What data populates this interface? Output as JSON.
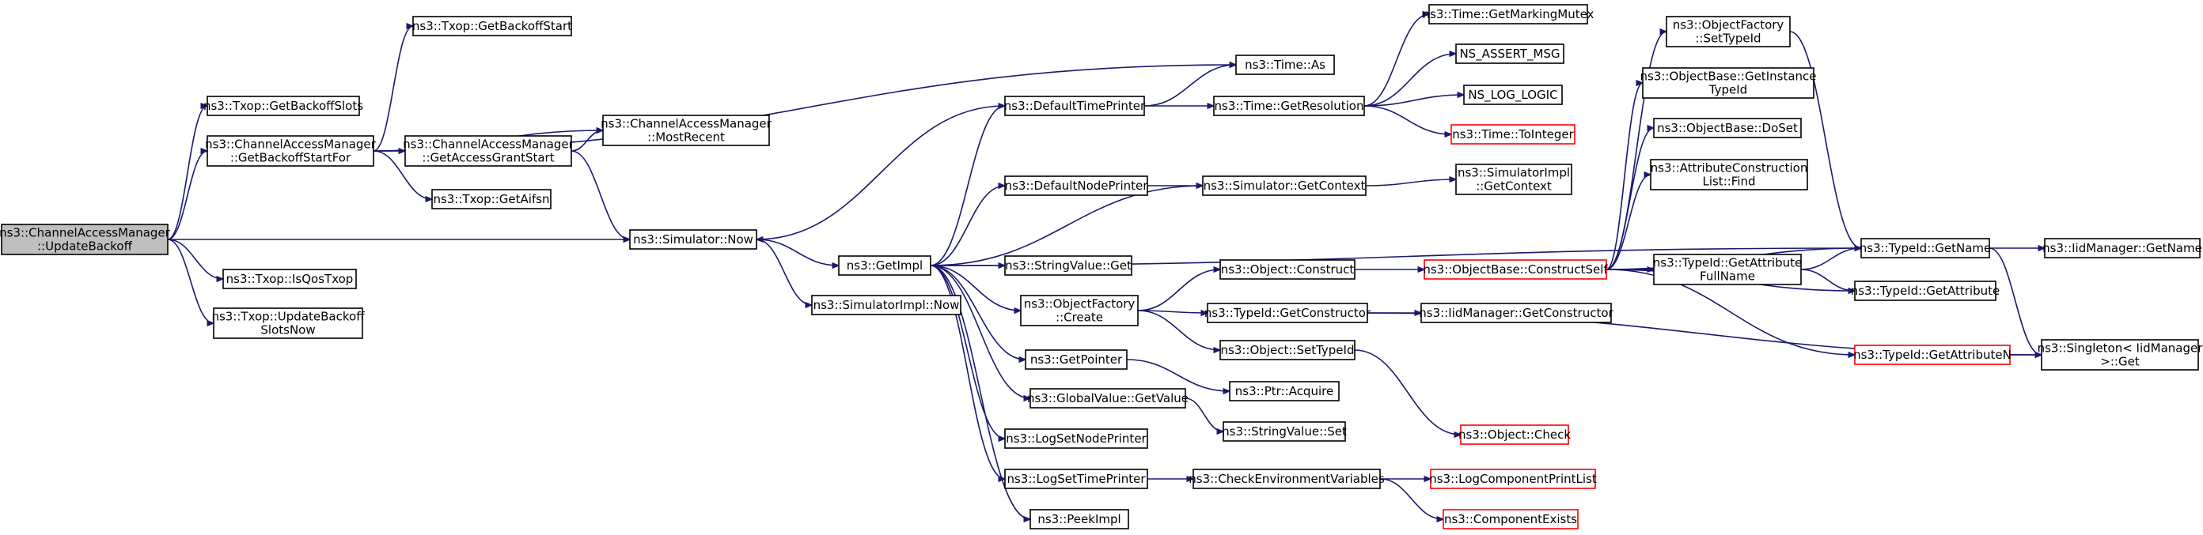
{
  "nodes": [
    {
      "id": "root",
      "lines": [
        "ns3::ChannelAccessManager",
        "::UpdateBackoff"
      ],
      "style": "root"
    },
    {
      "id": "txop_getbackoffslots",
      "lines": [
        "ns3::Txop::GetBackoffSlots"
      ],
      "style": "normal"
    },
    {
      "id": "cam_getbackoffstartfor",
      "lines": [
        "ns3::ChannelAccessManager",
        "::GetBackoffStartFor"
      ],
      "style": "normal"
    },
    {
      "id": "txop_getbackoffstart",
      "lines": [
        "ns3::Txop::GetBackoffStart"
      ],
      "style": "normal"
    },
    {
      "id": "cam_getaccessgrantstart",
      "lines": [
        "ns3::ChannelAccessManager",
        "::GetAccessGrantStart"
      ],
      "style": "normal"
    },
    {
      "id": "cam_mostrecent",
      "lines": [
        "ns3::ChannelAccessManager",
        "::MostRecent"
      ],
      "style": "normal"
    },
    {
      "id": "txop_getaifsn",
      "lines": [
        "ns3::Txop::GetAifsn"
      ],
      "style": "normal"
    },
    {
      "id": "simulator_now",
      "lines": [
        "ns3::Simulator::Now"
      ],
      "style": "normal"
    },
    {
      "id": "txop_isqostxop",
      "lines": [
        "ns3::Txop::IsQosTxop"
      ],
      "style": "normal"
    },
    {
      "id": "txop_updatebackoffslotsnow",
      "lines": [
        "ns3::Txop::UpdateBackoff",
        "SlotsNow"
      ],
      "style": "normal"
    },
    {
      "id": "time_as",
      "lines": [
        "ns3::Time::As"
      ],
      "style": "normal"
    },
    {
      "id": "defaulttimeprinter",
      "lines": [
        "ns3::DefaultTimePrinter"
      ],
      "style": "normal"
    },
    {
      "id": "defaultnodeprinter",
      "lines": [
        "ns3::DefaultNodePrinter"
      ],
      "style": "normal"
    },
    {
      "id": "getimpl",
      "lines": [
        "ns3::GetImpl"
      ],
      "style": "normal"
    },
    {
      "id": "simulatorimpl_now",
      "lines": [
        "ns3::SimulatorImpl::Now"
      ],
      "style": "normal"
    },
    {
      "id": "stringvalue_get",
      "lines": [
        "ns3::StringValue::Get"
      ],
      "style": "normal"
    },
    {
      "id": "objectfactory_create",
      "lines": [
        "ns3::ObjectFactory",
        "::Create"
      ],
      "style": "normal"
    },
    {
      "id": "getpointer",
      "lines": [
        "ns3::GetPointer"
      ],
      "style": "normal"
    },
    {
      "id": "globalvalue_getvalue",
      "lines": [
        "ns3::GlobalValue::GetValue"
      ],
      "style": "normal"
    },
    {
      "id": "logsetnodeprinter",
      "lines": [
        "ns3::LogSetNodePrinter"
      ],
      "style": "normal"
    },
    {
      "id": "logsettimeprinter",
      "lines": [
        "ns3::LogSetTimePrinter"
      ],
      "style": "normal"
    },
    {
      "id": "peekimpl",
      "lines": [
        "ns3::PeekImpl"
      ],
      "style": "normal"
    },
    {
      "id": "time_getmarkingmutex",
      "lines": [
        "ns3::Time::GetMarkingMutex"
      ],
      "style": "normal"
    },
    {
      "id": "ns_assert_msg",
      "lines": [
        "NS_ASSERT_MSG"
      ],
      "style": "normal"
    },
    {
      "id": "time_getresolution",
      "lines": [
        "ns3::Time::GetResolution"
      ],
      "style": "normal"
    },
    {
      "id": "ns_log_logic",
      "lines": [
        "NS_LOG_LOGIC"
      ],
      "style": "normal"
    },
    {
      "id": "time_tointeger",
      "lines": [
        "ns3::Time::ToInteger"
      ],
      "style": "red"
    },
    {
      "id": "simulator_getcontext",
      "lines": [
        "ns3::Simulator::GetContext"
      ],
      "style": "normal"
    },
    {
      "id": "simulatorimpl_getcontext",
      "lines": [
        "ns3::SimulatorImpl",
        "::GetContext"
      ],
      "style": "normal"
    },
    {
      "id": "object_construct",
      "lines": [
        "ns3::Object::Construct"
      ],
      "style": "normal"
    },
    {
      "id": "typeid_getconstructor",
      "lines": [
        "ns3::TypeId::GetConstructor"
      ],
      "style": "normal"
    },
    {
      "id": "object_settypeid",
      "lines": [
        "ns3::Object::SetTypeId"
      ],
      "style": "normal"
    },
    {
      "id": "ptr_acquire",
      "lines": [
        "ns3::Ptr::Acquire"
      ],
      "style": "normal"
    },
    {
      "id": "stringvalue_set",
      "lines": [
        "ns3::StringValue::Set"
      ],
      "style": "normal"
    },
    {
      "id": "checkenvironmentvariables",
      "lines": [
        "ns3::CheckEnvironmentVariables"
      ],
      "style": "normal"
    },
    {
      "id": "objectbase_constructself",
      "lines": [
        "ns3::ObjectBase::ConstructSelf"
      ],
      "style": "red"
    },
    {
      "id": "iidmanager_getconstructor",
      "lines": [
        "ns3::IidManager::GetConstructor"
      ],
      "style": "normal"
    },
    {
      "id": "object_check",
      "lines": [
        "ns3::Object::Check"
      ],
      "style": "red"
    },
    {
      "id": "logcomponentprintlist",
      "lines": [
        "ns3::LogComponentPrintList"
      ],
      "style": "red"
    },
    {
      "id": "componentexists",
      "lines": [
        "ns3::ComponentExists"
      ],
      "style": "red"
    },
    {
      "id": "objectfactory_settypeid",
      "lines": [
        "ns3::ObjectFactory",
        "::SetTypeId"
      ],
      "style": "normal"
    },
    {
      "id": "objectbase_getinstancetypeid",
      "lines": [
        "ns3::ObjectBase::GetInstance",
        "TypeId"
      ],
      "style": "normal"
    },
    {
      "id": "objectbase_doset",
      "lines": [
        "ns3::ObjectBase::DoSet"
      ],
      "style": "normal"
    },
    {
      "id": "attributeconstructionlist_find",
      "lines": [
        "ns3::AttributeConstruction",
        "List::Find"
      ],
      "style": "normal"
    },
    {
      "id": "typeid_getattributefullname",
      "lines": [
        "ns3::TypeId::GetAttribute",
        "FullName"
      ],
      "style": "normal"
    },
    {
      "id": "typeid_getname",
      "lines": [
        "ns3::TypeId::GetName"
      ],
      "style": "normal"
    },
    {
      "id": "typeid_getattribute",
      "lines": [
        "ns3::TypeId::GetAttribute"
      ],
      "style": "normal"
    },
    {
      "id": "typeid_getattributen",
      "lines": [
        "ns3::TypeId::GetAttributeN"
      ],
      "style": "red"
    },
    {
      "id": "iidmanager_getname",
      "lines": [
        "ns3::IidManager::GetName"
      ],
      "style": "normal"
    },
    {
      "id": "singleton_get",
      "lines": [
        "ns3::Singleton< IidManager",
        " >::Get"
      ],
      "style": "normal"
    }
  ],
  "edges": [
    [
      "root",
      "txop_getbackoffslots"
    ],
    [
      "root",
      "cam_getbackoffstartfor"
    ],
    [
      "root",
      "simulator_now"
    ],
    [
      "root",
      "txop_isqostxop"
    ],
    [
      "root",
      "txop_updatebackoffslotsnow"
    ],
    [
      "cam_getbackoffstartfor",
      "txop_getbackoffstart"
    ],
    [
      "cam_getbackoffstartfor",
      "time_as"
    ],
    [
      "cam_getbackoffstartfor",
      "cam_mostrecent"
    ],
    [
      "cam_getbackoffstartfor",
      "cam_getaccessgrantstart"
    ],
    [
      "cam_getbackoffstartfor",
      "txop_getaifsn"
    ],
    [
      "cam_getaccessgrantstart",
      "cam_mostrecent"
    ],
    [
      "cam_getaccessgrantstart",
      "simulator_now"
    ],
    [
      "simulator_now",
      "getimpl"
    ],
    [
      "simulator_now",
      "simulatorimpl_now"
    ],
    [
      "defaulttimeprinter",
      "time_as"
    ],
    [
      "defaulttimeprinter",
      "time_getresolution"
    ],
    [
      "defaulttimeprinter",
      "simulator_now"
    ],
    [
      "time_getresolution",
      "time_getmarkingmutex"
    ],
    [
      "time_getresolution",
      "ns_assert_msg"
    ],
    [
      "time_getresolution",
      "ns_log_logic"
    ],
    [
      "time_getresolution",
      "time_tointeger"
    ],
    [
      "getimpl",
      "defaulttimeprinter"
    ],
    [
      "getimpl",
      "simulator_getcontext"
    ],
    [
      "getimpl",
      "defaultnodeprinter"
    ],
    [
      "getimpl",
      "typeid_getname"
    ],
    [
      "getimpl",
      "stringvalue_get"
    ],
    [
      "getimpl",
      "objectfactory_create"
    ],
    [
      "getimpl",
      "getpointer"
    ],
    [
      "getimpl",
      "globalvalue_getvalue"
    ],
    [
      "getimpl",
      "logsetnodeprinter"
    ],
    [
      "getimpl",
      "logsettimeprinter"
    ],
    [
      "getimpl",
      "peekimpl"
    ],
    [
      "defaultnodeprinter",
      "simulator_getcontext"
    ],
    [
      "simulator_getcontext",
      "simulatorimpl_getcontext"
    ],
    [
      "objectfactory_create",
      "object_construct"
    ],
    [
      "objectfactory_create",
      "typeid_getconstructor"
    ],
    [
      "objectfactory_create",
      "object_settypeid"
    ],
    [
      "object_construct",
      "objectbase_constructself"
    ],
    [
      "typeid_getconstructor",
      "iidmanager_getconstructor"
    ],
    [
      "typeid_getconstructor",
      "singleton_get"
    ],
    [
      "object_settypeid",
      "object_check"
    ],
    [
      "getpointer",
      "ptr_acquire"
    ],
    [
      "globalvalue_getvalue",
      "stringvalue_set"
    ],
    [
      "logsettimeprinter",
      "checkenvironmentvariables"
    ],
    [
      "checkenvironmentvariables",
      "logcomponentprintlist"
    ],
    [
      "checkenvironmentvariables",
      "componentexists"
    ],
    [
      "objectbase_constructself",
      "objectfactory_settypeid"
    ],
    [
      "objectbase_constructself",
      "objectbase_getinstancetypeid"
    ],
    [
      "objectbase_constructself",
      "objectbase_doset"
    ],
    [
      "objectbase_constructself",
      "attributeconstructionlist_find"
    ],
    [
      "objectbase_constructself",
      "typeid_getname"
    ],
    [
      "objectbase_constructself",
      "typeid_getattributefullname"
    ],
    [
      "objectbase_constructself",
      "typeid_getattribute"
    ],
    [
      "objectbase_constructself",
      "typeid_getattributen"
    ],
    [
      "typeid_getattributefullname",
      "typeid_getname"
    ],
    [
      "typeid_getattributefullname",
      "typeid_getattribute"
    ],
    [
      "objectfactory_settypeid",
      "typeid_getname"
    ],
    [
      "typeid_getname",
      "iidmanager_getname"
    ],
    [
      "typeid_getname",
      "singleton_get"
    ],
    [
      "typeid_getattributen",
      "singleton_get"
    ]
  ]
}
